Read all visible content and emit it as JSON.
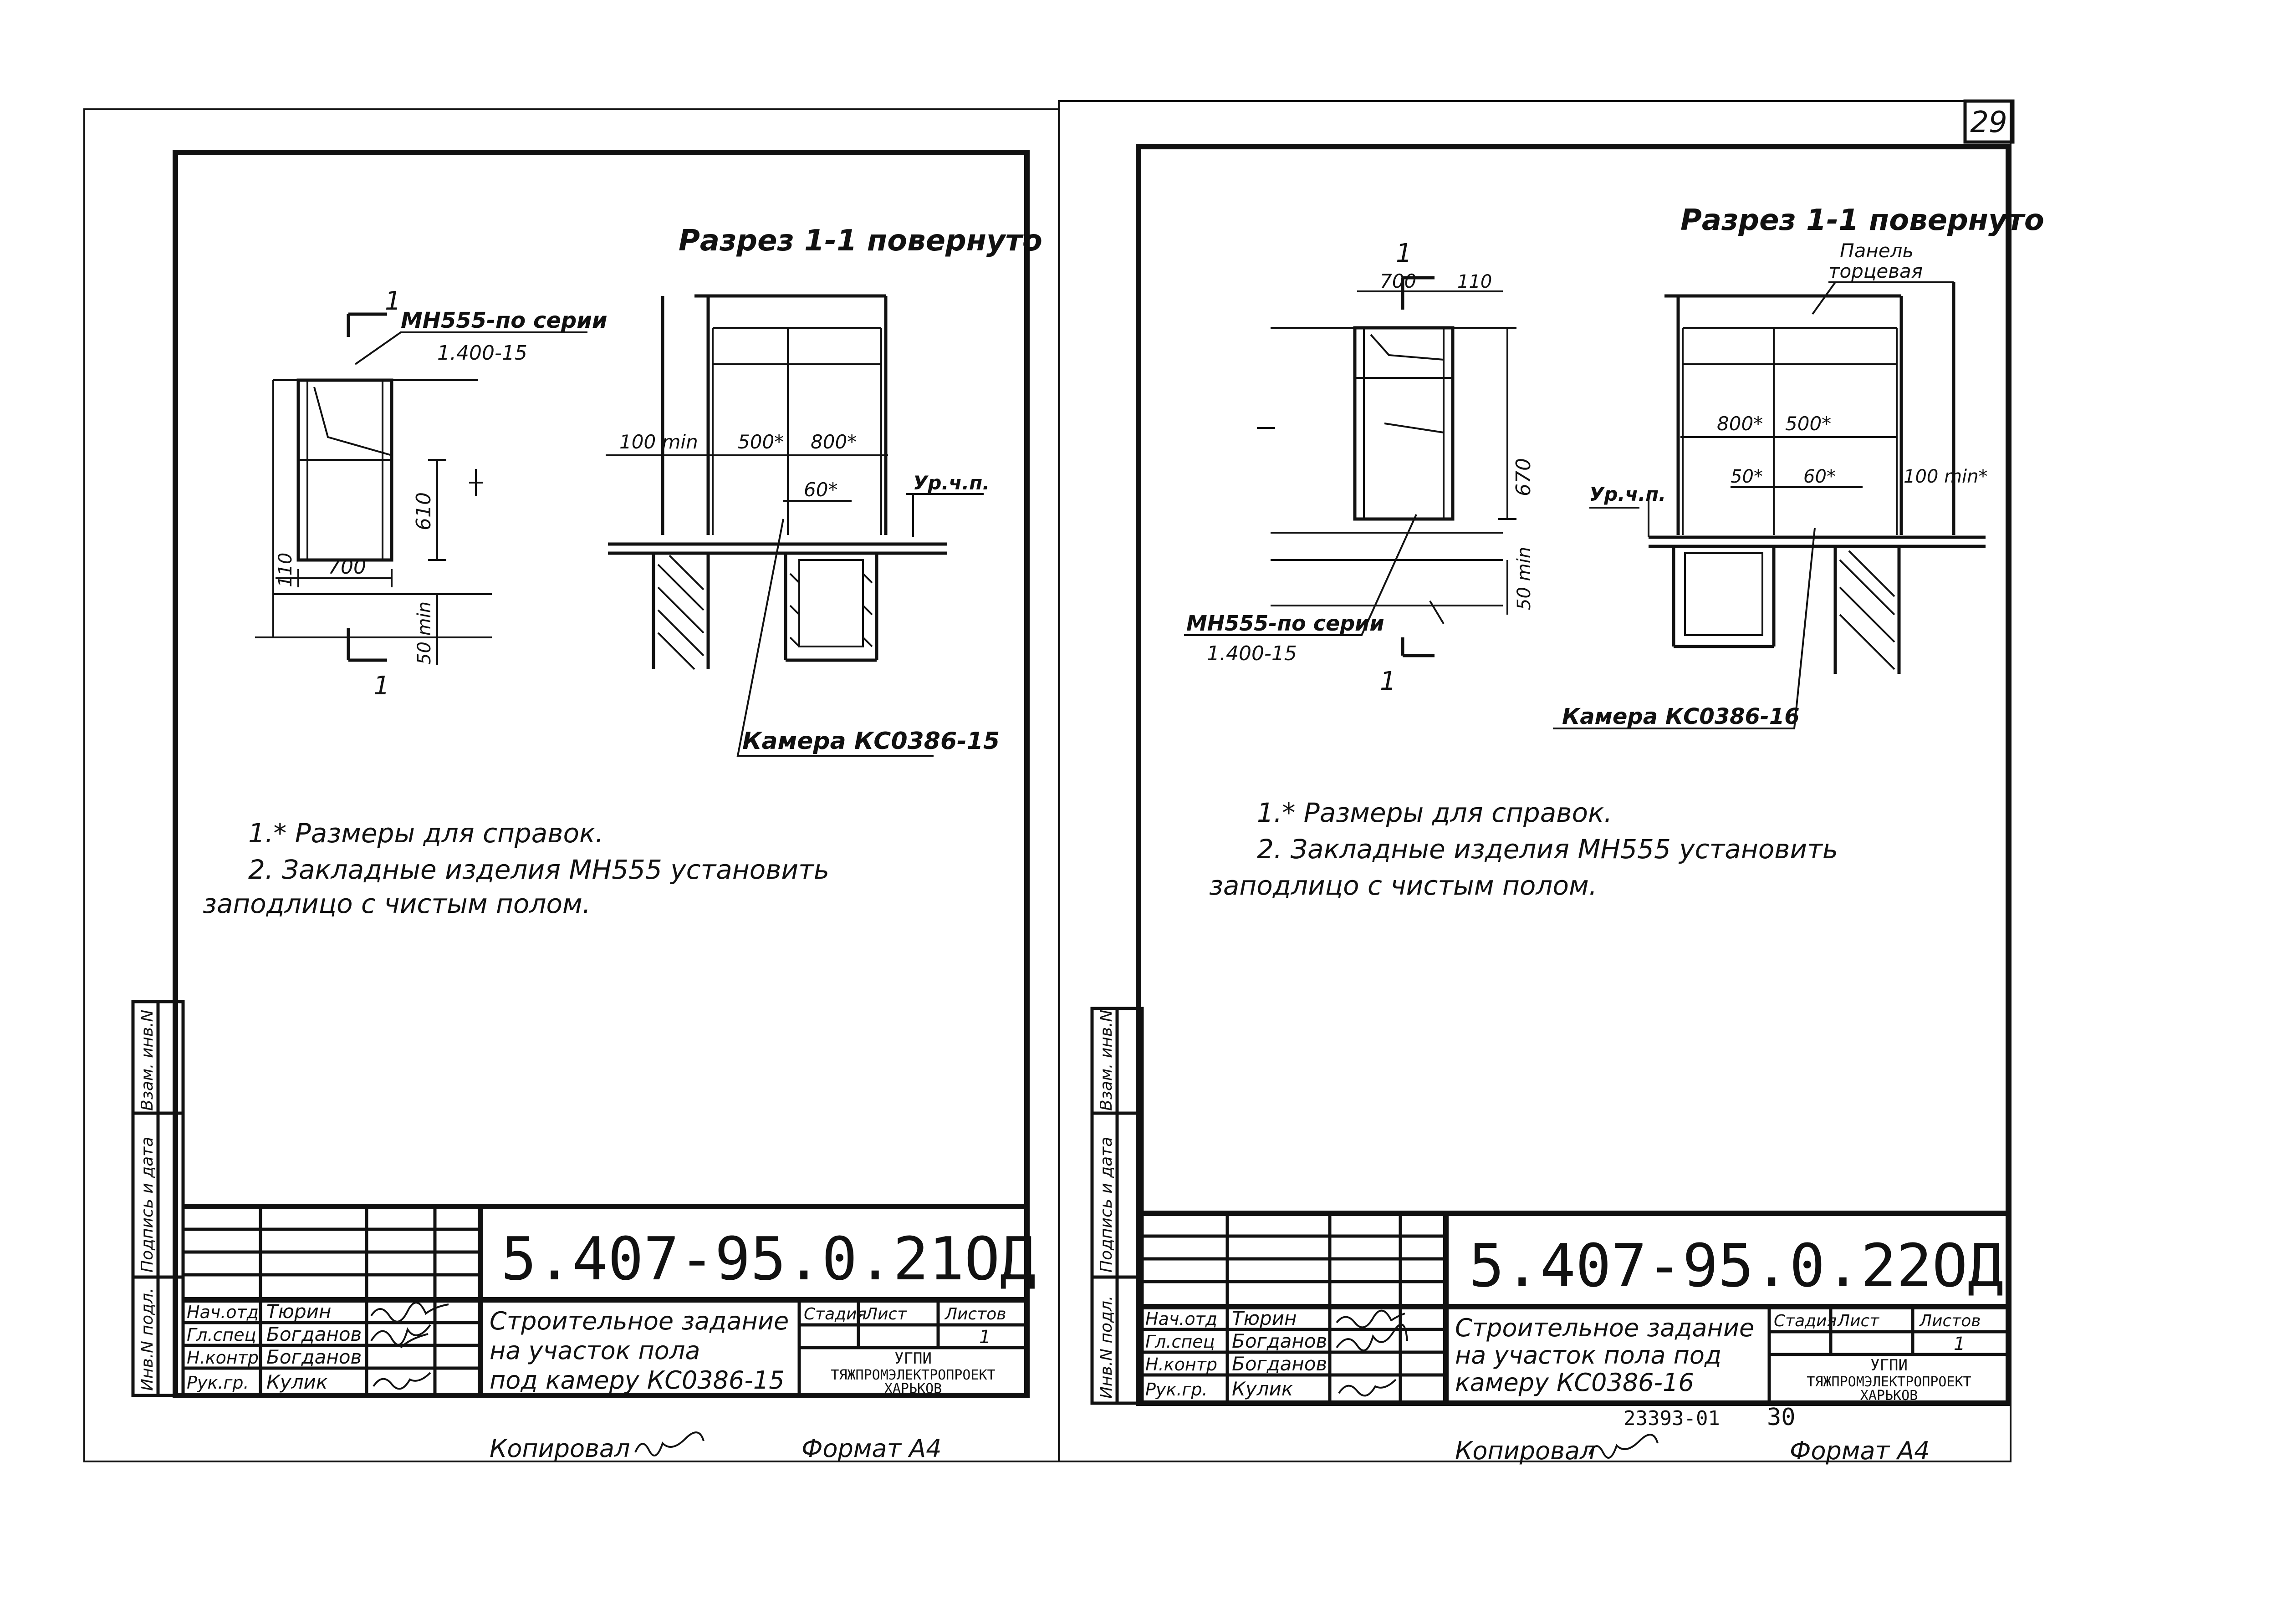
{
  "page_number": "29",
  "sheets": [
    {
      "section_title": "Разрез 1-1 повернуто",
      "cut_mark": "1",
      "embed_label_1": "МН555-по серии",
      "embed_label_2": "1.400-15",
      "dim_610": "610",
      "dim_110": "110",
      "dim_700": "700",
      "dim_50min": "50 min",
      "dim_100min": "100 min",
      "dim_500": "500*",
      "dim_800": "800*",
      "dim_60": "60*",
      "floor_level": "Ур.ч.п.",
      "chamber_label": "Камера КС0386-15",
      "note_1": "1.* Размеры для справок.",
      "note_2a": "2. Закладные изделия МН555 установить",
      "note_2b": "заподлицо с чистым полом.",
      "side_inv": "Инв.N подл.",
      "side_sign": "Подпись и дата",
      "side_vzam": "Взам. инв.N",
      "code": "5.407-95.0.21ОД",
      "title_1": "Строительное задание",
      "title_2": "на участок пола",
      "title_3": "под камеру КС0386-15",
      "stage_label": "Стадия",
      "sheet_label": "Лист",
      "sheets_label": "Листов",
      "sheets_value": "1",
      "org_1": "УГПИ",
      "org_2": "ТЯЖПРОМЭЛЕКТРОПРОЕКТ",
      "org_3": "ХАРЬКОВ",
      "staff": [
        {
          "role": "Нач.отд",
          "name": "Тюрин"
        },
        {
          "role": "Гл.спец",
          "name": "Богданов"
        },
        {
          "role": "Н.контр",
          "name": "Богданов"
        },
        {
          "role": "Рук.гр.",
          "name": "Кулик"
        }
      ],
      "copied": "Копировал",
      "format": "Формат А4"
    },
    {
      "section_title": "Разрез 1-1 повернуто",
      "panel_1": "Панель",
      "panel_2": "торцевая",
      "cut_mark": "1",
      "dim_700": "700",
      "dim_110": "110",
      "dim_670": "670",
      "dim_50min": "50 min",
      "dim_800": "800*",
      "dim_500": "500*",
      "dim_50": "50*",
      "dim_60": "60*",
      "dim_100min": "100 min*",
      "floor_level": "Ур.ч.п.",
      "embed_label_1": "МН555-по серии",
      "embed_label_2": "1.400-15",
      "chamber_label": "Камера КС0386-16",
      "note_1": "1.* Размеры для справок.",
      "note_2a": "2. Закладные изделия МН555 установить",
      "note_2b": "заподлицо с чистым полом.",
      "side_inv": "Инв.N подл.",
      "side_sign": "Подпись и дата",
      "side_vzam": "Взам. инв.N",
      "code": "5.407-95.0.22ОД",
      "title_1": "Строительное задание",
      "title_2": "на участок пола под",
      "title_3": "камеру КС0386-16",
      "stage_label": "Стадия",
      "sheet_label": "Лист",
      "sheets_label": "Листов",
      "sheets_value": "1",
      "org_1": "УГПИ",
      "org_2": "ТЯЖПРОМЭЛЕКТРОПРОЕКТ",
      "org_3": "ХАРЬКОВ",
      "staff": [
        {
          "role": "Нач.отд",
          "name": "Тюрин"
        },
        {
          "role": "Гл.спец",
          "name": "Богданов"
        },
        {
          "role": "Н.контр",
          "name": "Богданов"
        },
        {
          "role": "Рук.гр.",
          "name": "Кулик"
        }
      ],
      "order_number": "23393-01",
      "order_sheet": "30",
      "copied": "Копировал",
      "format": "Формат А4"
    }
  ]
}
